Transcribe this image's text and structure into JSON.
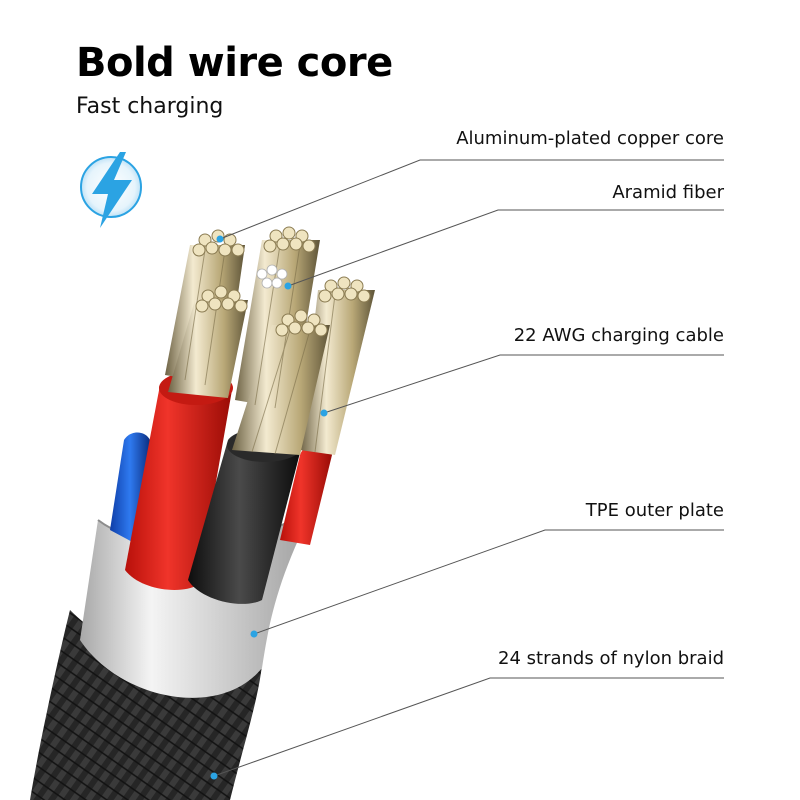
{
  "header": {
    "title": "Bold wire core",
    "subtitle": "Fast charging",
    "icon": "lightning-bolt-icon"
  },
  "callouts": [
    {
      "label": "Aluminum-plated copper core"
    },
    {
      "label": "Aramid fiber"
    },
    {
      "label": "22 AWG charging cable"
    },
    {
      "label": "TPE outer plate"
    },
    {
      "label": "24 strands of nylon braid"
    }
  ],
  "colors": {
    "accent": "#2ba3e3",
    "wire_red": "#e8231c",
    "wire_black": "#1c1c1c",
    "wire_blue": "#1e5fd6",
    "braid": "#2a2a2a",
    "foil": "#d9d9d9",
    "strand_gold": "#d8c690"
  }
}
